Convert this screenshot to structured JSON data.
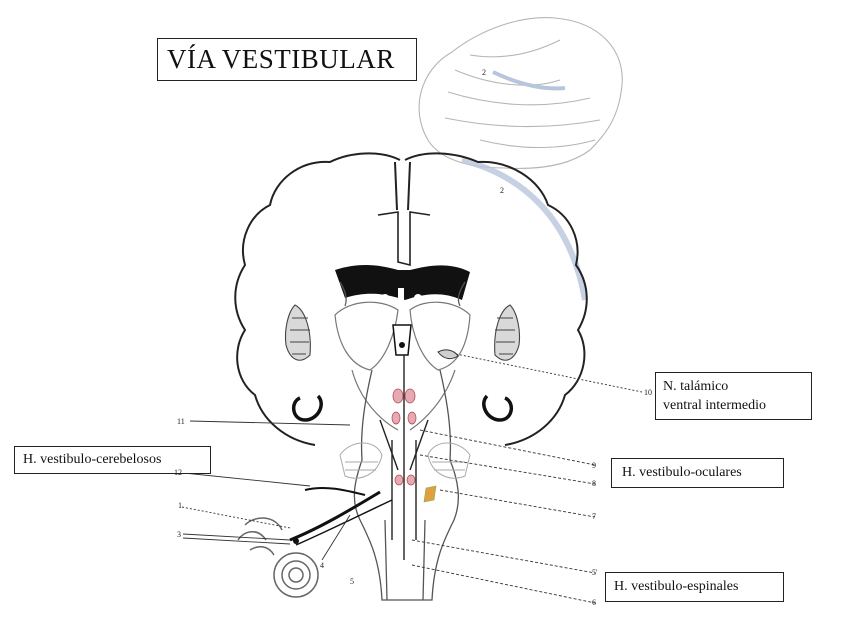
{
  "title": "VÍA VESTIBULAR",
  "labels": {
    "thalamic_line1": "N. talámico",
    "thalamic_line2": "ventral intermedio",
    "vestibulo_cerebellar": "H. vestibulo-cerebelosos",
    "vestibulo_ocular": "H. vestibulo-oculares",
    "vestibulo_spinal": "H. vestibulo-espinales"
  },
  "numbers": {
    "n1": "1",
    "n2a": "2",
    "n2b": "2",
    "n3": "3",
    "n4": "4",
    "n5": "5",
    "n5p": "5'",
    "n6": "6",
    "n7": "7",
    "n8": "8",
    "n9": "9",
    "n10": "10",
    "n11": "11",
    "n12": "12"
  },
  "colors": {
    "line": "#222222",
    "faint": "#9a9a9a",
    "highlight_blue": "#b8c6dd",
    "nucleus_pink": "#e8a9b4",
    "nucleus_orange": "#e0a040"
  }
}
